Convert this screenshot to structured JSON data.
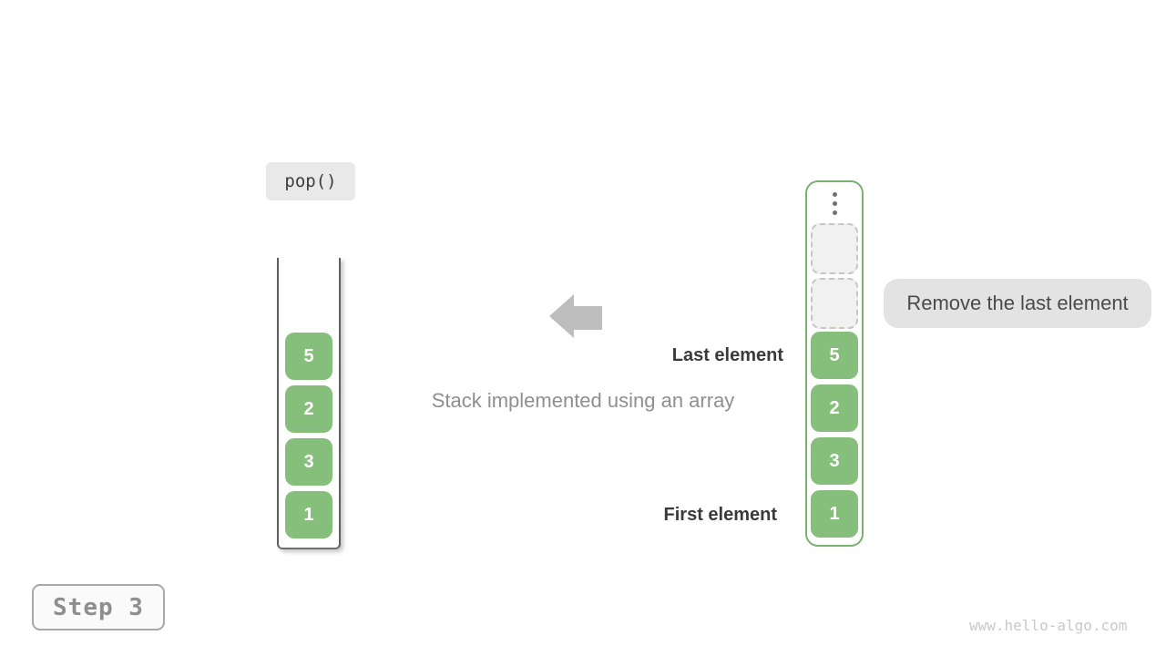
{
  "operation": {
    "label": "pop()"
  },
  "step": {
    "label": "Step 3"
  },
  "caption": "Stack implemented using an array",
  "labels": {
    "last_element": "Last element",
    "first_element": "First element",
    "remove_note": "Remove the last element"
  },
  "left_stack": {
    "values": [
      "5",
      "2",
      "3",
      "1"
    ]
  },
  "right_stack": {
    "values": [
      "5",
      "2",
      "3",
      "1"
    ],
    "empty_slot_count": 2
  },
  "watermark": "www.hello-algo.com",
  "colors": {
    "cell_green": "#86be7c",
    "container_border_green": "#79b26f",
    "arrow_gray": "#bdbdbd",
    "note_bg": "#e3e3e3",
    "chip_bg": "#e9e9e9"
  }
}
